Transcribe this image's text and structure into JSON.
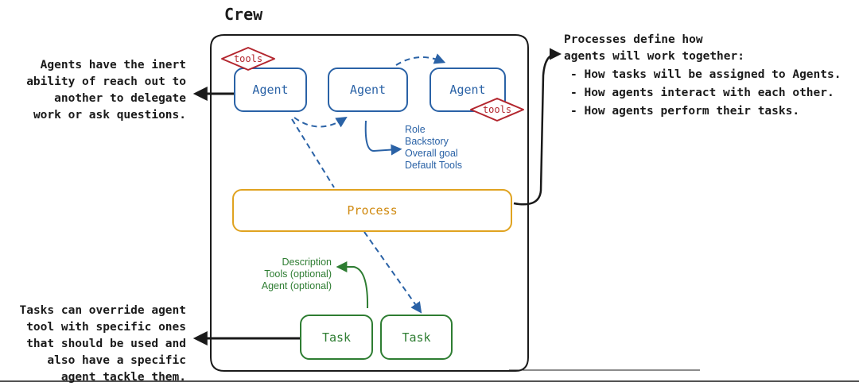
{
  "crew": {
    "title": "Crew"
  },
  "agents": [
    {
      "label": "Agent"
    },
    {
      "label": "Agent"
    },
    {
      "label": "Agent"
    }
  ],
  "tools_tags": [
    {
      "label": "tools"
    },
    {
      "label": "tools"
    }
  ],
  "agent_attributes": [
    "Role",
    "Backstory",
    "Overall goal",
    "Default Tools"
  ],
  "process": {
    "label": "Process"
  },
  "task_attributes": [
    "Description",
    "Tools (optional)",
    "Agent (optional)"
  ],
  "tasks": [
    {
      "label": "Task"
    },
    {
      "label": "Task"
    }
  ],
  "notes": {
    "agents": [
      "Agents have the inert",
      "ability of reach out to",
      "another to delegate",
      "work or ask questions."
    ],
    "processes": {
      "lines": [
        "Processes define how",
        "agents will work together:"
      ],
      "bullets": [
        "- How tasks will be assigned to Agents.",
        "- How agents interact with each other.",
        "- How agents perform their tasks."
      ]
    },
    "tasks": [
      "Tasks can override agent",
      "tool with specific ones",
      "that should be used and",
      "also have a specific",
      "agent tackle them."
    ]
  },
  "colors": {
    "agent": "#2a62a6",
    "task": "#2e7d32",
    "process": "#e0a320",
    "tools": "#b3262e",
    "outline": "#1a1a1a"
  }
}
